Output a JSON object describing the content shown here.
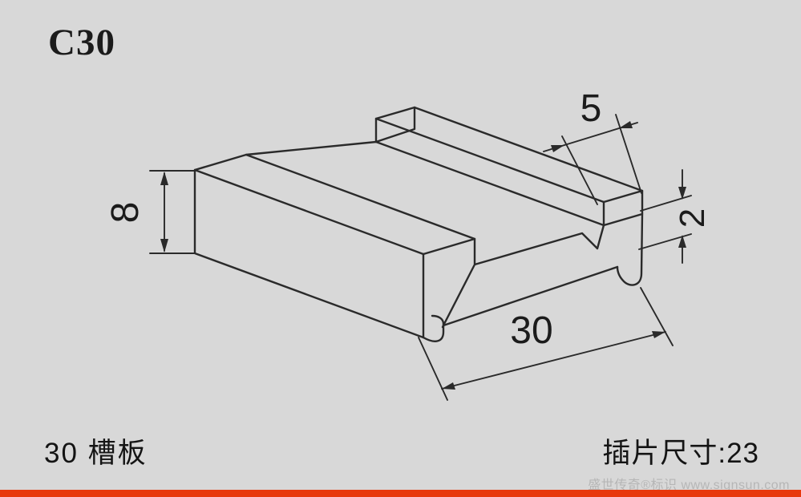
{
  "meta": {
    "background_color": "#d8d8d8",
    "line_color": "#2a2a2a",
    "accent_red": "#e8380c",
    "watermark_color": "#b6b6b6"
  },
  "title": {
    "model": "C30"
  },
  "dimensions": {
    "height": "8",
    "slot_width": "5",
    "slot_height": "2",
    "width": "30"
  },
  "footer": {
    "product_name": "30 槽板",
    "insert_size": "插片尺寸:23",
    "watermark": "盛世传奇®标识 www.signsun.com"
  }
}
